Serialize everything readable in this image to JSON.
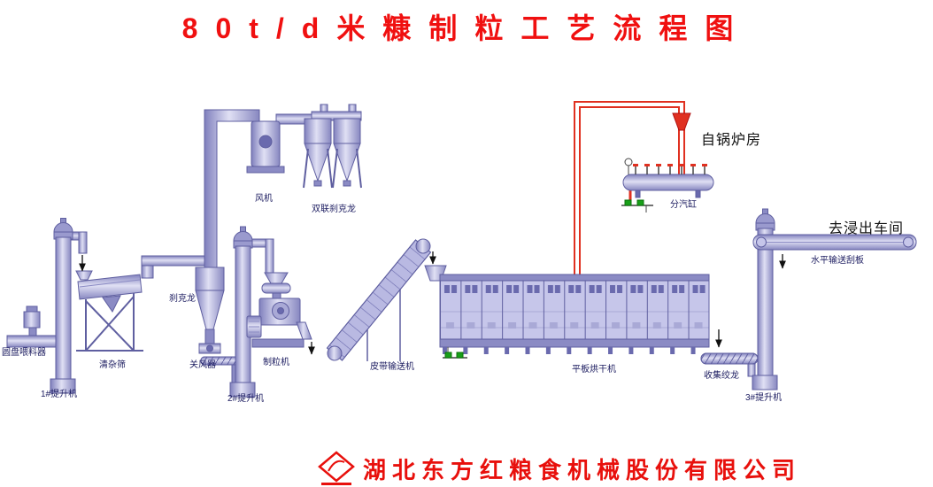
{
  "title": "80t/d米糠制粒工艺流程图",
  "equipment_labels": {
    "disc_feeder": "圆盘喂料器",
    "elevator1": "1#提升机",
    "cleaning_sieve": "清杂筛",
    "cyclone": "刹克龙",
    "airlock": "关风器",
    "fan": "风机",
    "double_cyclone": "双联刹克龙",
    "elevator2": "2#提升机",
    "pellet_mill": "制粒机",
    "belt_conveyor": "皮带输送机",
    "flat_dryer": "平板烘干机",
    "steam_distributor": "分汽缸",
    "collection_auger": "收集绞龙",
    "elevator3": "3#提升机",
    "horizontal_scraper": "水平输送刮板"
  },
  "annotations": {
    "from_boiler": "自锅炉房",
    "to_extraction": "去浸出车间"
  },
  "footer": {
    "company": "湖北东方红粮食机械股份有限公司"
  },
  "colors": {
    "title_red": "#f01010",
    "company_red": "#e8100c",
    "pipe_red": "#e03020",
    "equipment_fill": "#b9b9e2",
    "equipment_stroke": "#5f5fa0",
    "label_navy": "#1c1c60",
    "annotation_black": "#111111",
    "valve_green": "#18a018"
  }
}
